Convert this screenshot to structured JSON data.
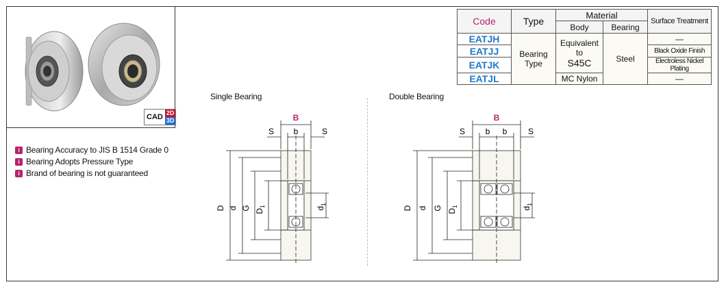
{
  "cad": {
    "label": "CAD",
    "d2": "2D",
    "d3": "3D"
  },
  "features": [
    "Bearing Accuracy to JIS B 1514 Grade 0",
    "Bearing Adopts Pressure Type",
    "Brand of bearing is not guaranteed"
  ],
  "single_title": "Single Bearing",
  "double_title": "Double Bearing",
  "table": {
    "h_code": "Code",
    "h_type": "Type",
    "h_material": "Material",
    "h_body": "Body",
    "h_bearing": "Bearing",
    "h_surface": "Surface Treatment",
    "codes": [
      "EATJH",
      "EATJJ",
      "EATJK",
      "EATJL"
    ],
    "type": "Bearing Type",
    "body_steel_1": "Equivalent to",
    "body_steel_2": "S45C",
    "bearing_mat": "Steel",
    "body_nylon": "MC Nylon",
    "surface": [
      "—",
      "Black Oxide Finish",
      "Electroless Nickel Plating",
      "—"
    ]
  },
  "dims": {
    "B": "B",
    "b": "b",
    "S": "S",
    "D": "D",
    "d": "d",
    "G": "G",
    "D1": "D",
    "D1_sub": "1",
    "d1": "d",
    "d1_sub": "1"
  },
  "colors": {
    "accent_code": "#1e78c8",
    "accent_header": "#b5246f",
    "dim_b": "#b5246f"
  }
}
